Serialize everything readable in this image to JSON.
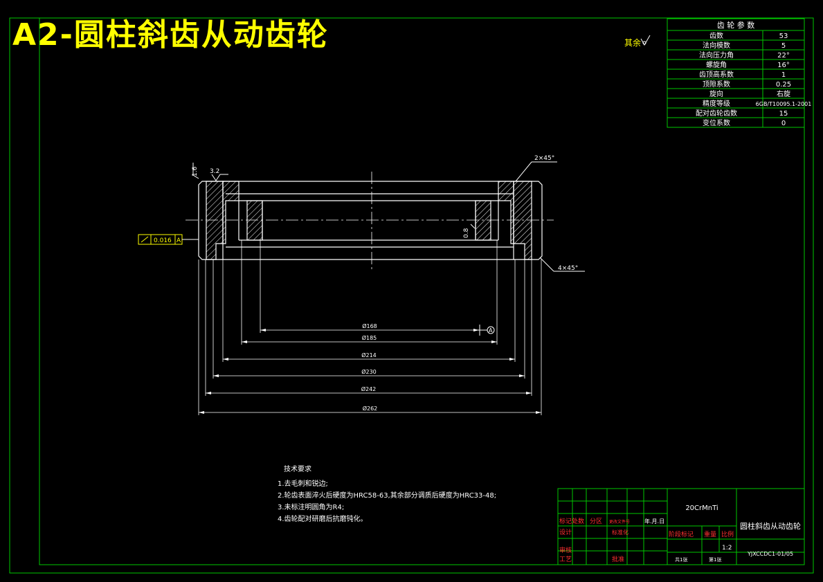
{
  "title": "A2-圆柱斜齿从动齿轮",
  "surface_note": "其余",
  "params": {
    "header": "齿 轮 参 数",
    "rows": [
      {
        "name": "齿数",
        "value": "53"
      },
      {
        "name": "法向模数",
        "value": "5"
      },
      {
        "name": "法向压力角",
        "value": "22°"
      },
      {
        "name": "螺旋角",
        "value": "16°"
      },
      {
        "name": "齿顶高系数",
        "value": "1"
      },
      {
        "name": "顶隙系数",
        "value": "0.25"
      },
      {
        "name": "旋向",
        "value": "右旋"
      },
      {
        "name": "精度等级",
        "value": "6GB/T10095.1-2001"
      },
      {
        "name": "配对齿轮齿数",
        "value": "15"
      },
      {
        "name": "变位系数",
        "value": "0"
      }
    ]
  },
  "annotations": {
    "roughness_1": "1.6",
    "roughness_2": "3.2",
    "roughness_3": "0.8",
    "chamfer_top": "2×45°",
    "chamfer_bottom": "4×45°",
    "tolerance_value": "0.016",
    "tolerance_datum": "A",
    "datum_label": "A"
  },
  "dimensions": [
    "Ø168",
    "Ø185",
    "Ø214",
    "Ø230",
    "Ø242",
    "Ø262"
  ],
  "tech_req": {
    "title": "技术要求",
    "items": [
      "1.去毛刺和锐边;",
      "2.轮齿表面淬火后硬度为HRC58-63,其余部分调质后硬度为HRC33-48;",
      "3.未标注明圆角为R4;",
      "4.齿轮配对研磨后抗磨钝化。"
    ]
  },
  "title_block": {
    "material": "20CrMnTi",
    "part_name": "圆柱斜齿从动齿轮",
    "drawing_no": "YJXCCDC1-01/05",
    "labels": {
      "mark": "标记处数",
      "zone": "分区",
      "change_doc": "更改文件号",
      "date": "年.月.日",
      "design": "设计",
      "standard": "标准化",
      "stage": "阶段标记",
      "weight": "重量",
      "scale": "比例",
      "review": "审核",
      "process": "工艺",
      "approve": "批准",
      "total_sheets": "共1张",
      "sheet_no": "第1张"
    },
    "scale_value": "1:2"
  },
  "colors": {
    "border": "#00c800",
    "outline": "#ffffff",
    "accent": "#ffff00",
    "label": "#ff3030"
  }
}
